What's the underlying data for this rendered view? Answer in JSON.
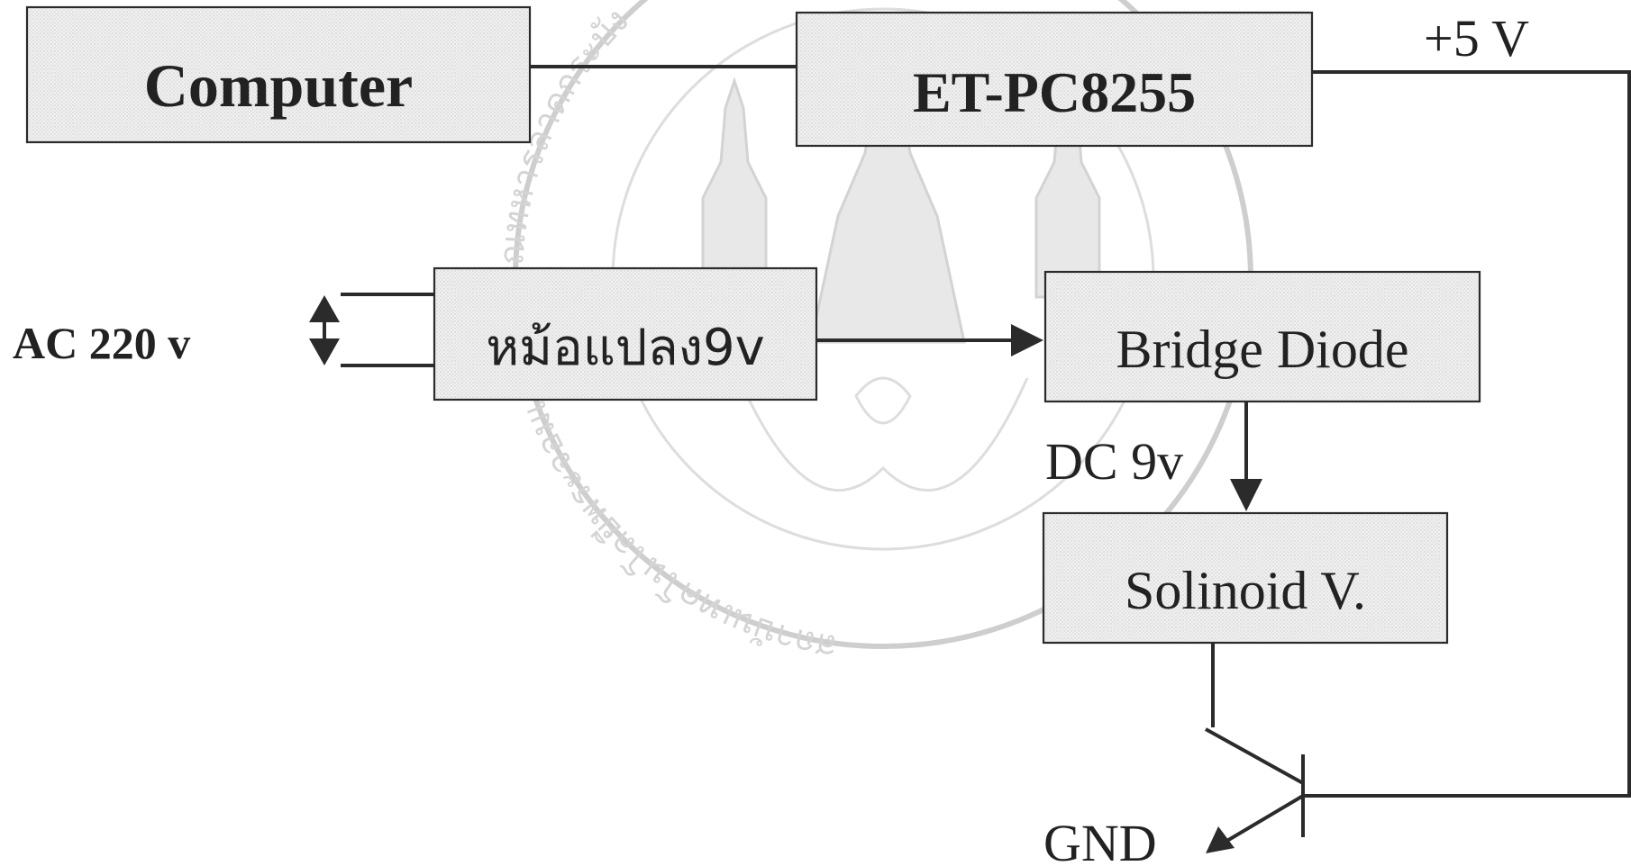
{
  "blocks": {
    "computer": "Computer",
    "et_pc8255": "ET-PC8255",
    "transformer": "หม้อแปลง9v",
    "bridge_diode": "Bridge Diode",
    "solenoid": "Solinoid V."
  },
  "labels": {
    "plus5v": "+5 V",
    "ac220": "AC 220 v",
    "dc9v": "DC 9v",
    "gnd": "GND"
  },
  "watermark": {
    "ring_text": "สถาบันเทคโนโลยีพระจอมเกล้าเจ้าคุณทหารลาดกระบัง"
  },
  "colors": {
    "line": "#2b2b2b",
    "box_fill": "#eeeeee",
    "watermark": "#cccccc"
  }
}
